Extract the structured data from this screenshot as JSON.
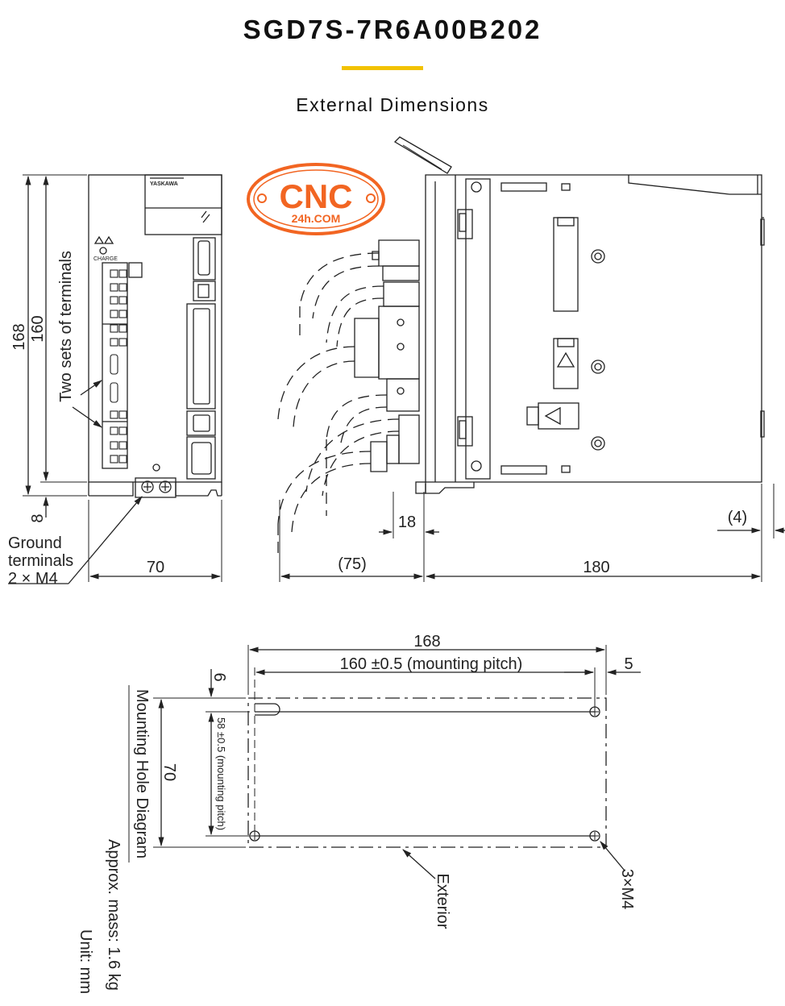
{
  "header": {
    "model": "SGD7S-7R6A00B202",
    "section": "External Dimensions"
  },
  "watermark": {
    "text_main": "CNC",
    "text_sub": "24h.COM",
    "color": "#f26522"
  },
  "front_view": {
    "height_outer": "168",
    "height_inner": "160",
    "terminal_label": "Two sets of terminals",
    "bottom_offset": "8",
    "ground_label_1": "Ground",
    "ground_label_2": "terminals",
    "ground_label_3": "2 × M4",
    "width": "70",
    "charge_label": "CHARGE"
  },
  "side_view": {
    "cable_clearance": "(75)",
    "connector_depth": "18",
    "depth": "180",
    "rear_offset": "(4)"
  },
  "mounting": {
    "overall_length": "168",
    "pitch_length": "160 ±0.5 (mounting pitch)",
    "right_margin": "5",
    "top_offset": "6",
    "height": "70",
    "pitch_height": "58 ±0.5 (mounting pitch)",
    "diagram_title": "Mounting Hole Diagram",
    "mass": "Approx. mass: 1.6 kg",
    "unit": "Unit: mm",
    "exterior_label": "Exterior",
    "hole_label": "3×M4"
  },
  "colors": {
    "accent": "#f2c200",
    "line": "#222222"
  }
}
